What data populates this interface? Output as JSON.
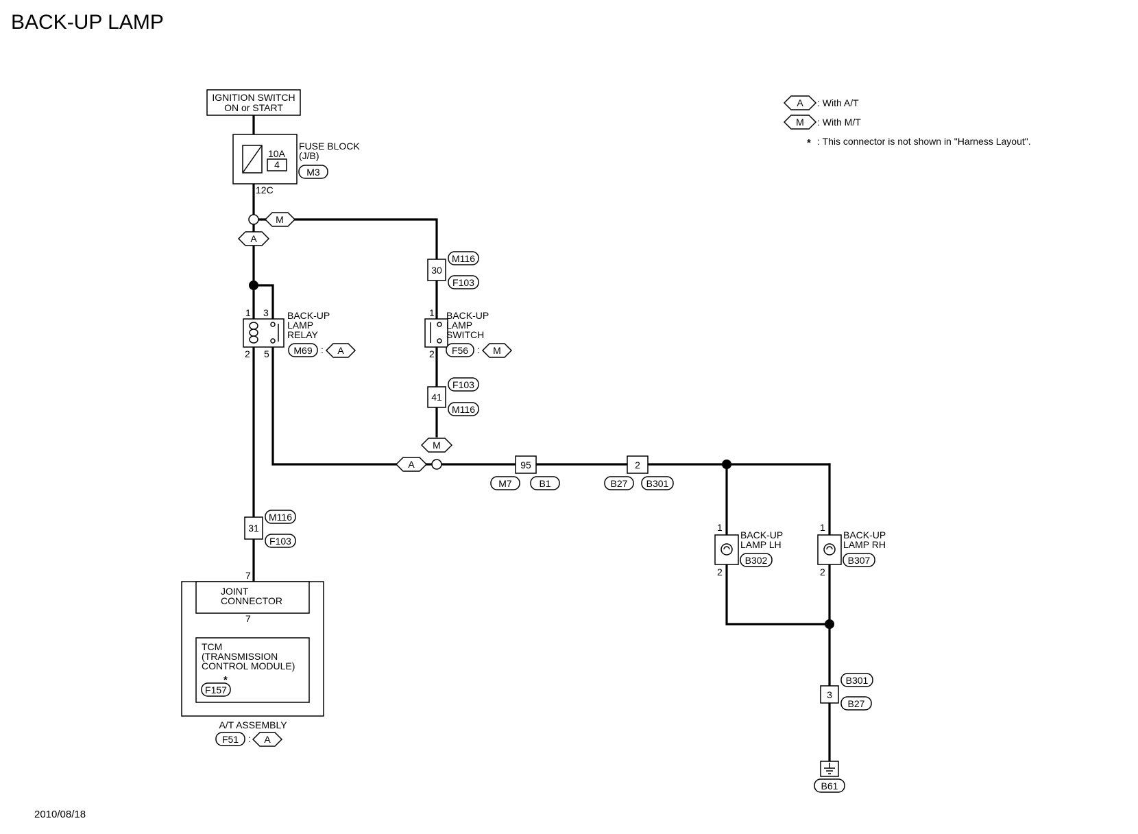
{
  "title": "BACK-UP LAMP",
  "date": "2010/08/18",
  "legend": {
    "at_code": "A",
    "at_text": ": With A/T",
    "mt_code": "M",
    "mt_text": ": With M/T",
    "star": "*",
    "star_text": ": This connector is not shown in \"Harness Layout\"."
  },
  "ignition": {
    "line1": "IGNITION SWITCH",
    "line2": "ON or START"
  },
  "fuse": {
    "label1": "FUSE BLOCK",
    "label2": "(J/B)",
    "rating": "10A",
    "number": "4",
    "connector": "M3",
    "terminal": "12C"
  },
  "relay": {
    "line1": "BACK-UP",
    "line2": "LAMP",
    "line3": "RELAY",
    "connector": "M69",
    "variant": "A",
    "pin_in": "1",
    "pin_com": "3",
    "pin_gnd": "2",
    "pin_out": "5",
    "sep": ":"
  },
  "switch": {
    "line1": "BACK-UP",
    "line2": "LAMP",
    "line3": "SWITCH",
    "connector": "F56",
    "variant": "M",
    "pin_in": "1",
    "pin_out": "2",
    "sep": ":"
  },
  "splices": {
    "top_mt": "M",
    "top_at": "A",
    "mid_mt": "M",
    "mid_at": "A"
  },
  "joints": {
    "j30": {
      "number": "30",
      "top": "M116",
      "bottom": "F103"
    },
    "j41": {
      "number": "41",
      "top": "F103",
      "bottom": "M116"
    },
    "j95": {
      "number": "95",
      "left": "M7",
      "right": "B1"
    },
    "j2": {
      "number": "2",
      "left": "B27",
      "right": "B301"
    },
    "j31": {
      "number": "31",
      "top": "M116",
      "bottom": "F103"
    },
    "j3": {
      "number": "3",
      "top": "B301",
      "bottom": "B27"
    }
  },
  "at_assembly": {
    "pin_top": "7",
    "joint_line1": "JOINT",
    "joint_line2": "CONNECTOR",
    "pin_mid": "7",
    "tcm_line1": "TCM",
    "tcm_line2": "(TRANSMISSION",
    "tcm_line3": "CONTROL MODULE)",
    "tcm_star": "*",
    "tcm_connector": "F157",
    "label": "A/T ASSEMBLY",
    "connector": "F51",
    "variant": "A",
    "sep": ":"
  },
  "lamp_lh": {
    "line1": "BACK-UP",
    "line2": "LAMP LH",
    "connector": "B302",
    "pin_top": "1",
    "pin_bottom": "2"
  },
  "lamp_rh": {
    "line1": "BACK-UP",
    "line2": "LAMP RH",
    "connector": "B307",
    "pin_top": "1",
    "pin_bottom": "2"
  },
  "ground": {
    "connector": "B61"
  }
}
